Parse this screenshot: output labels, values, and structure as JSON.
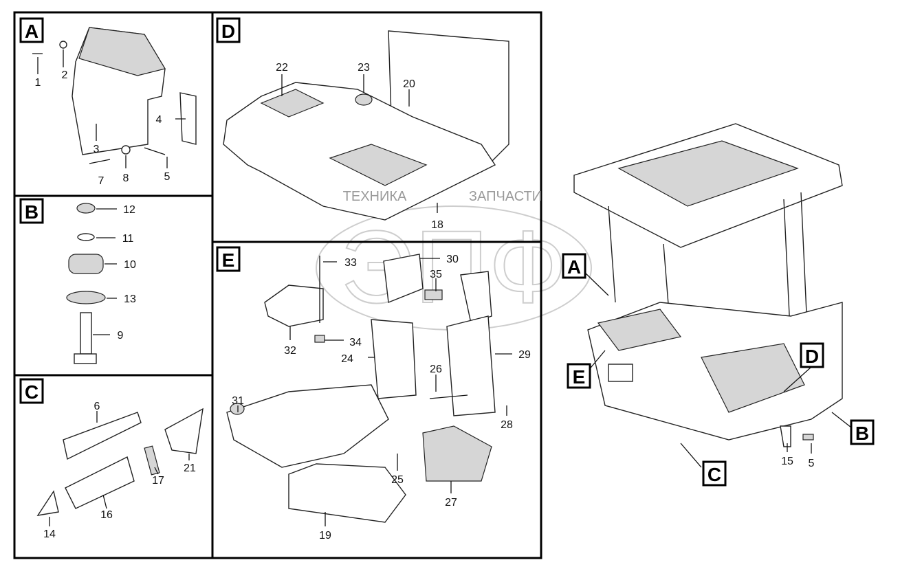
{
  "watermark": {
    "logo": "ЭПФ",
    "text_left": "ТЕХНИКА",
    "text_right": "ЗАПЧАСТИ"
  },
  "sections": {
    "A": "A",
    "B": "B",
    "C": "C",
    "D": "D",
    "E": "E"
  },
  "panel_a": {
    "c1": "1",
    "c2": "2",
    "c3": "3",
    "c4": "4",
    "c5": "5",
    "c7": "7",
    "c8": "8"
  },
  "panel_b": {
    "c12": "12",
    "c11": "11",
    "c10": "10",
    "c13": "13",
    "c9": "9"
  },
  "panel_c": {
    "c6": "6",
    "c21": "21",
    "c17": "17",
    "c16": "16",
    "c14": "14"
  },
  "panel_d": {
    "c22": "22",
    "c23": "23",
    "c20": "20",
    "c18": "18"
  },
  "panel_e": {
    "c33": "33",
    "c30": "30",
    "c35": "35",
    "c32": "32",
    "c34": "34",
    "c24": "24",
    "c29": "29",
    "c26": "26",
    "c28": "28",
    "c31": "31",
    "c25": "25",
    "c27": "27",
    "c19": "19"
  },
  "cab": {
    "c15": "15",
    "c5": "5"
  }
}
